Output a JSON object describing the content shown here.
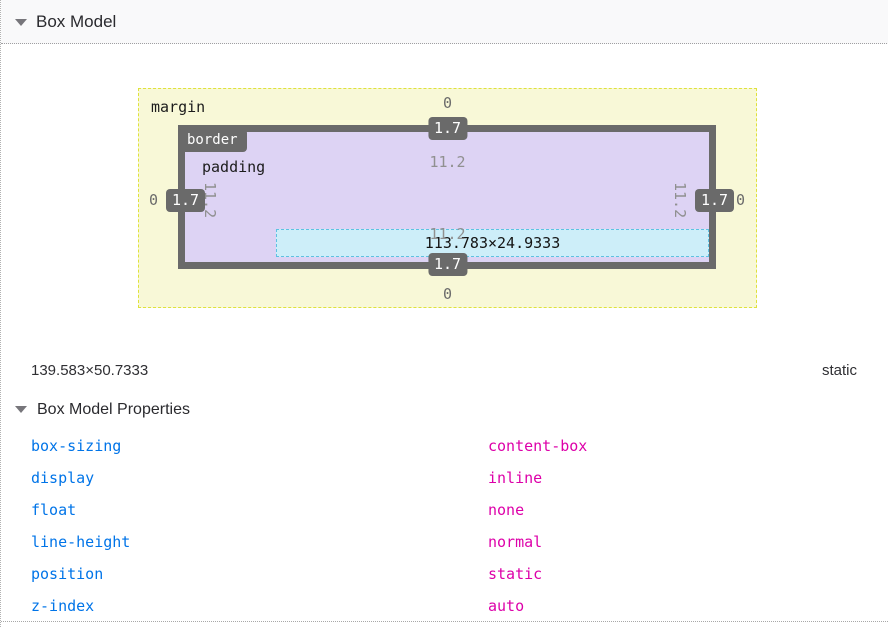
{
  "header": {
    "title": "Box Model"
  },
  "diagram": {
    "margin_label": "margin",
    "border_label": "border",
    "padding_label": "padding",
    "content_size": "113.783×24.9333",
    "margin_top": "0",
    "margin_right": "0",
    "margin_bottom": "0",
    "margin_left": "0",
    "border_top": "1.7",
    "border_right": "1.7",
    "border_bottom": "1.7",
    "border_left": "1.7",
    "padding_top": "11.2",
    "padding_right": "11.2",
    "padding_bottom": "11.2",
    "padding_left": "11.2",
    "colors": {
      "margin_fill": "#f8f8d7",
      "margin_outline": "#dfe23c",
      "border_fill": "#6a6a6a",
      "padding_fill": "#ddd3f4",
      "content_fill": "#cdeef9",
      "content_outline": "#5ec1e2",
      "badge_text": "#fefefe"
    }
  },
  "summary": {
    "element_size": "139.583×50.7333",
    "position": "static"
  },
  "properties_section": {
    "title": "Box Model Properties",
    "name_color": "#0074e8",
    "value_color": "#dd00a9",
    "properties": [
      {
        "name": "box-sizing",
        "value": "content-box"
      },
      {
        "name": "display",
        "value": "inline"
      },
      {
        "name": "float",
        "value": "none"
      },
      {
        "name": "line-height",
        "value": "normal"
      },
      {
        "name": "position",
        "value": "static"
      },
      {
        "name": "z-index",
        "value": "auto"
      }
    ]
  }
}
